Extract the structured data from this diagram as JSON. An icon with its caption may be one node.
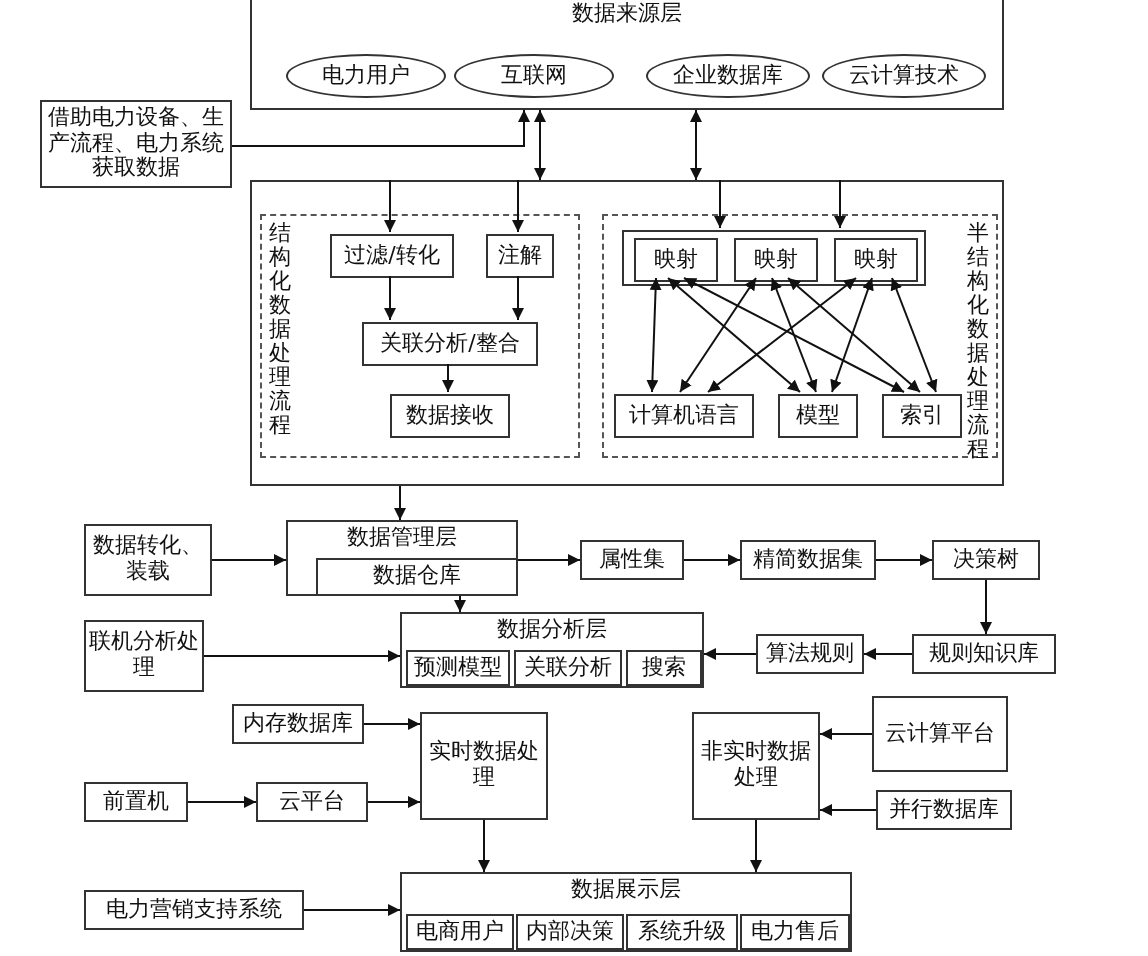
{
  "diagram": {
    "nodes": [
      {
        "text": [
          "数据来源层"
        ]
      },
      {
        "text": [
          "电力用户"
        ],
        "in": 0
      },
      {
        "text": [
          "互联网"
        ],
        "in": 0
      },
      {
        "text": [
          "企业数据库"
        ],
        "in": 0
      },
      {
        "text": [
          "云计算技术"
        ],
        "in": 0
      },
      {
        "text": [
          "借助电力设备、生产流程、电力系统获取数据"
        ]
      },
      {
        "text": [],
        "shape": "box"
      },
      {
        "text": [
          "结构化数据处理流程"
        ],
        "in": 6
      },
      {
        "text": [
          "过滤/转化"
        ],
        "in": 7
      },
      {
        "text": [
          "注解"
        ],
        "in": 7
      },
      {
        "text": [
          "关联分析/整合"
        ],
        "in": 7
      },
      {
        "text": [
          "数据接收"
        ],
        "in": 7
      },
      {
        "text": [
          "半结构化数据处理流程"
        ],
        "in": 6
      },
      {
        "text": [],
        "shape": "box",
        "in": 12
      },
      {
        "text": [
          "映射"
        ],
        "in": 13
      },
      {
        "text": [
          "映射"
        ],
        "in": 13
      },
      {
        "text": [
          "映射"
        ],
        "in": 13
      },
      {
        "text": [
          "计算机语言"
        ],
        "in": 12
      },
      {
        "text": [
          "模型"
        ],
        "in": 12
      },
      {
        "text": [
          "索引"
        ],
        "in": 12
      },
      {
        "text": [
          "数据管理层"
        ]
      },
      {
        "text": [
          "数据仓库"
        ],
        "in": 20
      },
      {
        "text": [
          "数据转化、装载"
        ]
      },
      {
        "text": [
          "属性集"
        ]
      },
      {
        "text": [
          "精简数据集"
        ]
      },
      {
        "text": [
          "决策树"
        ]
      },
      {
        "text": [
          "规则知识库"
        ]
      },
      {
        "text": [
          "算法规则"
        ]
      },
      {
        "text": [
          "数据分析层"
        ]
      },
      {
        "text": [
          "预测模型"
        ],
        "in": 28
      },
      {
        "text": [
          "关联分析"
        ],
        "in": 28
      },
      {
        "text": [
          "搜索"
        ],
        "in": 28
      },
      {
        "text": [
          "联机分析处理"
        ]
      },
      {
        "text": [
          "内存数据库"
        ]
      },
      {
        "text": [
          "实时数据处理"
        ]
      },
      {
        "text": [
          "前置机"
        ]
      },
      {
        "text": [
          "云平台"
        ]
      },
      {
        "text": [
          "非实时数据处理"
        ]
      },
      {
        "text": [
          "云计算平台"
        ]
      },
      {
        "text": [
          "并行数据库"
        ]
      },
      {
        "text": [
          "数据展示层"
        ]
      },
      {
        "text": [
          "电商用户"
        ],
        "in": 40
      },
      {
        "text": [
          "内部决策"
        ],
        "in": 40
      },
      {
        "text": [
          "系统升级"
        ],
        "in": 40
      },
      {
        "text": [
          "电力售后"
        ],
        "in": 40
      },
      {
        "text": [
          "电力营销支持系统"
        ]
      }
    ],
    "edges": [
      {
        "from": 0,
        "to": 6,
        "arrow": "both"
      },
      {
        "from": 0,
        "to": 6,
        "arrow": "both"
      },
      {
        "from": 5,
        "to": 0,
        "arrow": "to"
      },
      {
        "from": 6,
        "to": 8,
        "arrow": "to"
      },
      {
        "from": 6,
        "to": 9,
        "arrow": "to"
      },
      {
        "from": 6,
        "to": 13,
        "arrow": "to"
      },
      {
        "from": 6,
        "to": 13,
        "arrow": "to"
      },
      {
        "from": 8,
        "to": 10,
        "arrow": "to"
      },
      {
        "from": 9,
        "to": 10,
        "arrow": "to"
      },
      {
        "from": 10,
        "to": 11,
        "arrow": "to"
      },
      {
        "from": 14,
        "to": 17,
        "arrow": "both"
      },
      {
        "from": 14,
        "to": 18,
        "arrow": "both"
      },
      {
        "from": 14,
        "to": 19,
        "arrow": "both"
      },
      {
        "from": 15,
        "to": 17,
        "arrow": "both"
      },
      {
        "from": 15,
        "to": 18,
        "arrow": "both"
      },
      {
        "from": 15,
        "to": 19,
        "arrow": "both"
      },
      {
        "from": 16,
        "to": 17,
        "arrow": "both"
      },
      {
        "from": 16,
        "to": 18,
        "arrow": "both"
      },
      {
        "from": 16,
        "to": 19,
        "arrow": "both"
      },
      {
        "from": 6,
        "to": 20,
        "arrow": "to"
      },
      {
        "from": 22,
        "to": 20,
        "arrow": "to"
      },
      {
        "from": 20,
        "to": 23,
        "arrow": "to"
      },
      {
        "from": 23,
        "to": 24,
        "arrow": "to"
      },
      {
        "from": 24,
        "to": 25,
        "arrow": "to"
      },
      {
        "from": 25,
        "to": 26,
        "arrow": "to"
      },
      {
        "from": 26,
        "to": 27,
        "arrow": "to"
      },
      {
        "from": 27,
        "to": 28,
        "arrow": "to"
      },
      {
        "from": 20,
        "to": 28,
        "arrow": "to"
      },
      {
        "from": 32,
        "to": 28,
        "arrow": "to"
      },
      {
        "from": 33,
        "to": 34,
        "arrow": "to"
      },
      {
        "from": 35,
        "to": 36,
        "arrow": "to"
      },
      {
        "from": 36,
        "to": 34,
        "arrow": "to"
      },
      {
        "from": 38,
        "to": 37,
        "arrow": "to"
      },
      {
        "from": 39,
        "to": 37,
        "arrow": "to"
      },
      {
        "from": 34,
        "to": 40,
        "arrow": "to"
      },
      {
        "from": 37,
        "to": 40,
        "arrow": "to"
      },
      {
        "from": 45,
        "to": 40,
        "arrow": "to"
      }
    ]
  }
}
